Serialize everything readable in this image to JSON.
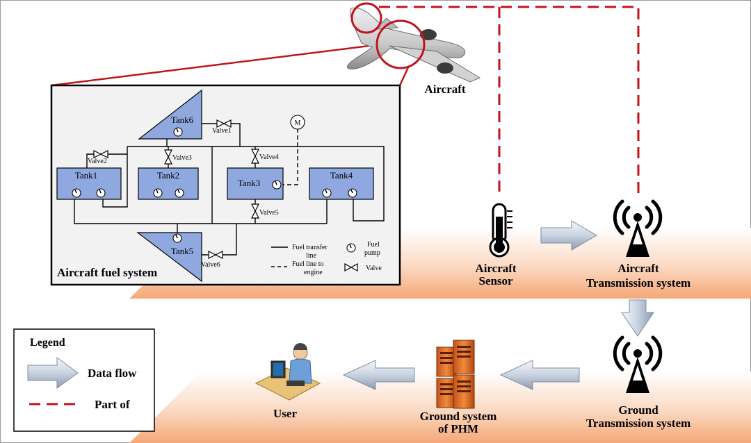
{
  "labels": {
    "aircraft": "Aircraft",
    "fuel_system": "Aircraft fuel system",
    "aircraft_sensor_l1": "Aircraft",
    "aircraft_sensor_l2": "Sensor",
    "aircraft_tx_l1": "Aircraft",
    "aircraft_tx_l2": "Transmission system",
    "ground_tx_l1": "Ground",
    "ground_tx_l2": "Transmission system",
    "ground_phm_l1": "Ground system",
    "ground_phm_l2": "of PHM",
    "user": "User"
  },
  "legend": {
    "title": "Legend",
    "data_flow": "Data flow",
    "part_of": "Part of"
  },
  "fuel": {
    "tanks": {
      "tank1": "Tank1",
      "tank2": "Tank2",
      "tank3": "Tank3",
      "tank4": "Tank4",
      "tank5": "Tank5",
      "tank6": "Tank6"
    },
    "valves": {
      "valve1": "Valve1",
      "valve2": "Valve2",
      "valve3": "Valve3",
      "valve4": "Valve4",
      "valve5": "Valve5",
      "valve6": "Valve6"
    },
    "motor": "M",
    "key": {
      "transfer_l1": "Fuel transfer",
      "transfer_l2": "line",
      "engine_l1": "Fuel line to",
      "engine_l2": "engine",
      "pump_l1": "Fuel",
      "pump_l2": "pump",
      "valve": "Valve"
    }
  },
  "colors": {
    "part_of": "#c0141c",
    "tank_fill": "#8fa9e0",
    "panel_bg": "#f2f2f2",
    "platform": "#f4a877"
  }
}
